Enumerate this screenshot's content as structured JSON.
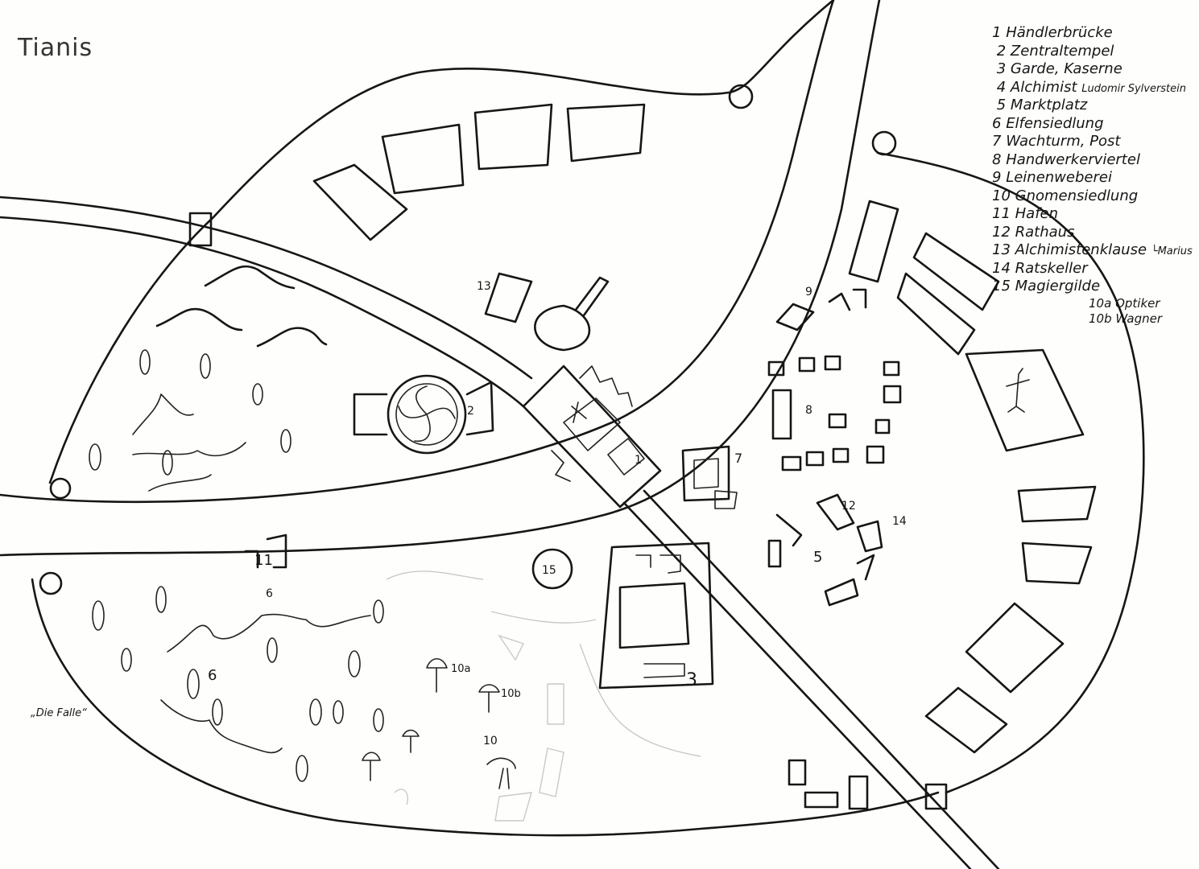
{
  "title": "Tianis",
  "legend": {
    "items": [
      {
        "num": "1",
        "label": "Händlerbrücke"
      },
      {
        "num": "2",
        "label": "Zentraltempel"
      },
      {
        "num": "3",
        "label": "Garde, Kaserne"
      },
      {
        "num": "4",
        "label": "Alchimist",
        "note": "Ludomir Sylverstein"
      },
      {
        "num": "5",
        "label": "Marktplatz"
      },
      {
        "num": "6",
        "label": "Elfensiedlung"
      },
      {
        "num": "7",
        "label": "Wachturm, Post"
      },
      {
        "num": "8",
        "label": "Handwerkerviertel"
      },
      {
        "num": "9",
        "label": "Leinenweberei"
      },
      {
        "num": "10",
        "label": "Gnomensiedlung"
      },
      {
        "num": "11",
        "label": "Hafen"
      },
      {
        "num": "12",
        "label": "Rathaus"
      },
      {
        "num": "13",
        "label": "Alchimistenklause"
      },
      {
        "num": "14",
        "label": "Ratskeller"
      },
      {
        "num": "15",
        "label": "Magiergilde"
      }
    ],
    "note_13": "└Marius",
    "sub_items": [
      {
        "num": "10a",
        "label": "Optiker"
      },
      {
        "num": "10b",
        "label": "Wagner"
      }
    ]
  },
  "map_labels": {
    "bridge": "1",
    "temple": "2",
    "barracks": "3",
    "market": "5",
    "elves": "6",
    "elves2": "6",
    "tower": "7",
    "crafts": "8",
    "weaving": "9",
    "gnomes": "10",
    "optician": "10a",
    "wagner": "10b",
    "harbor": "11",
    "townhall": "12",
    "alchemist_hut": "13",
    "cellar": "14",
    "mages": "15",
    "trap": "„Die Falle“"
  }
}
